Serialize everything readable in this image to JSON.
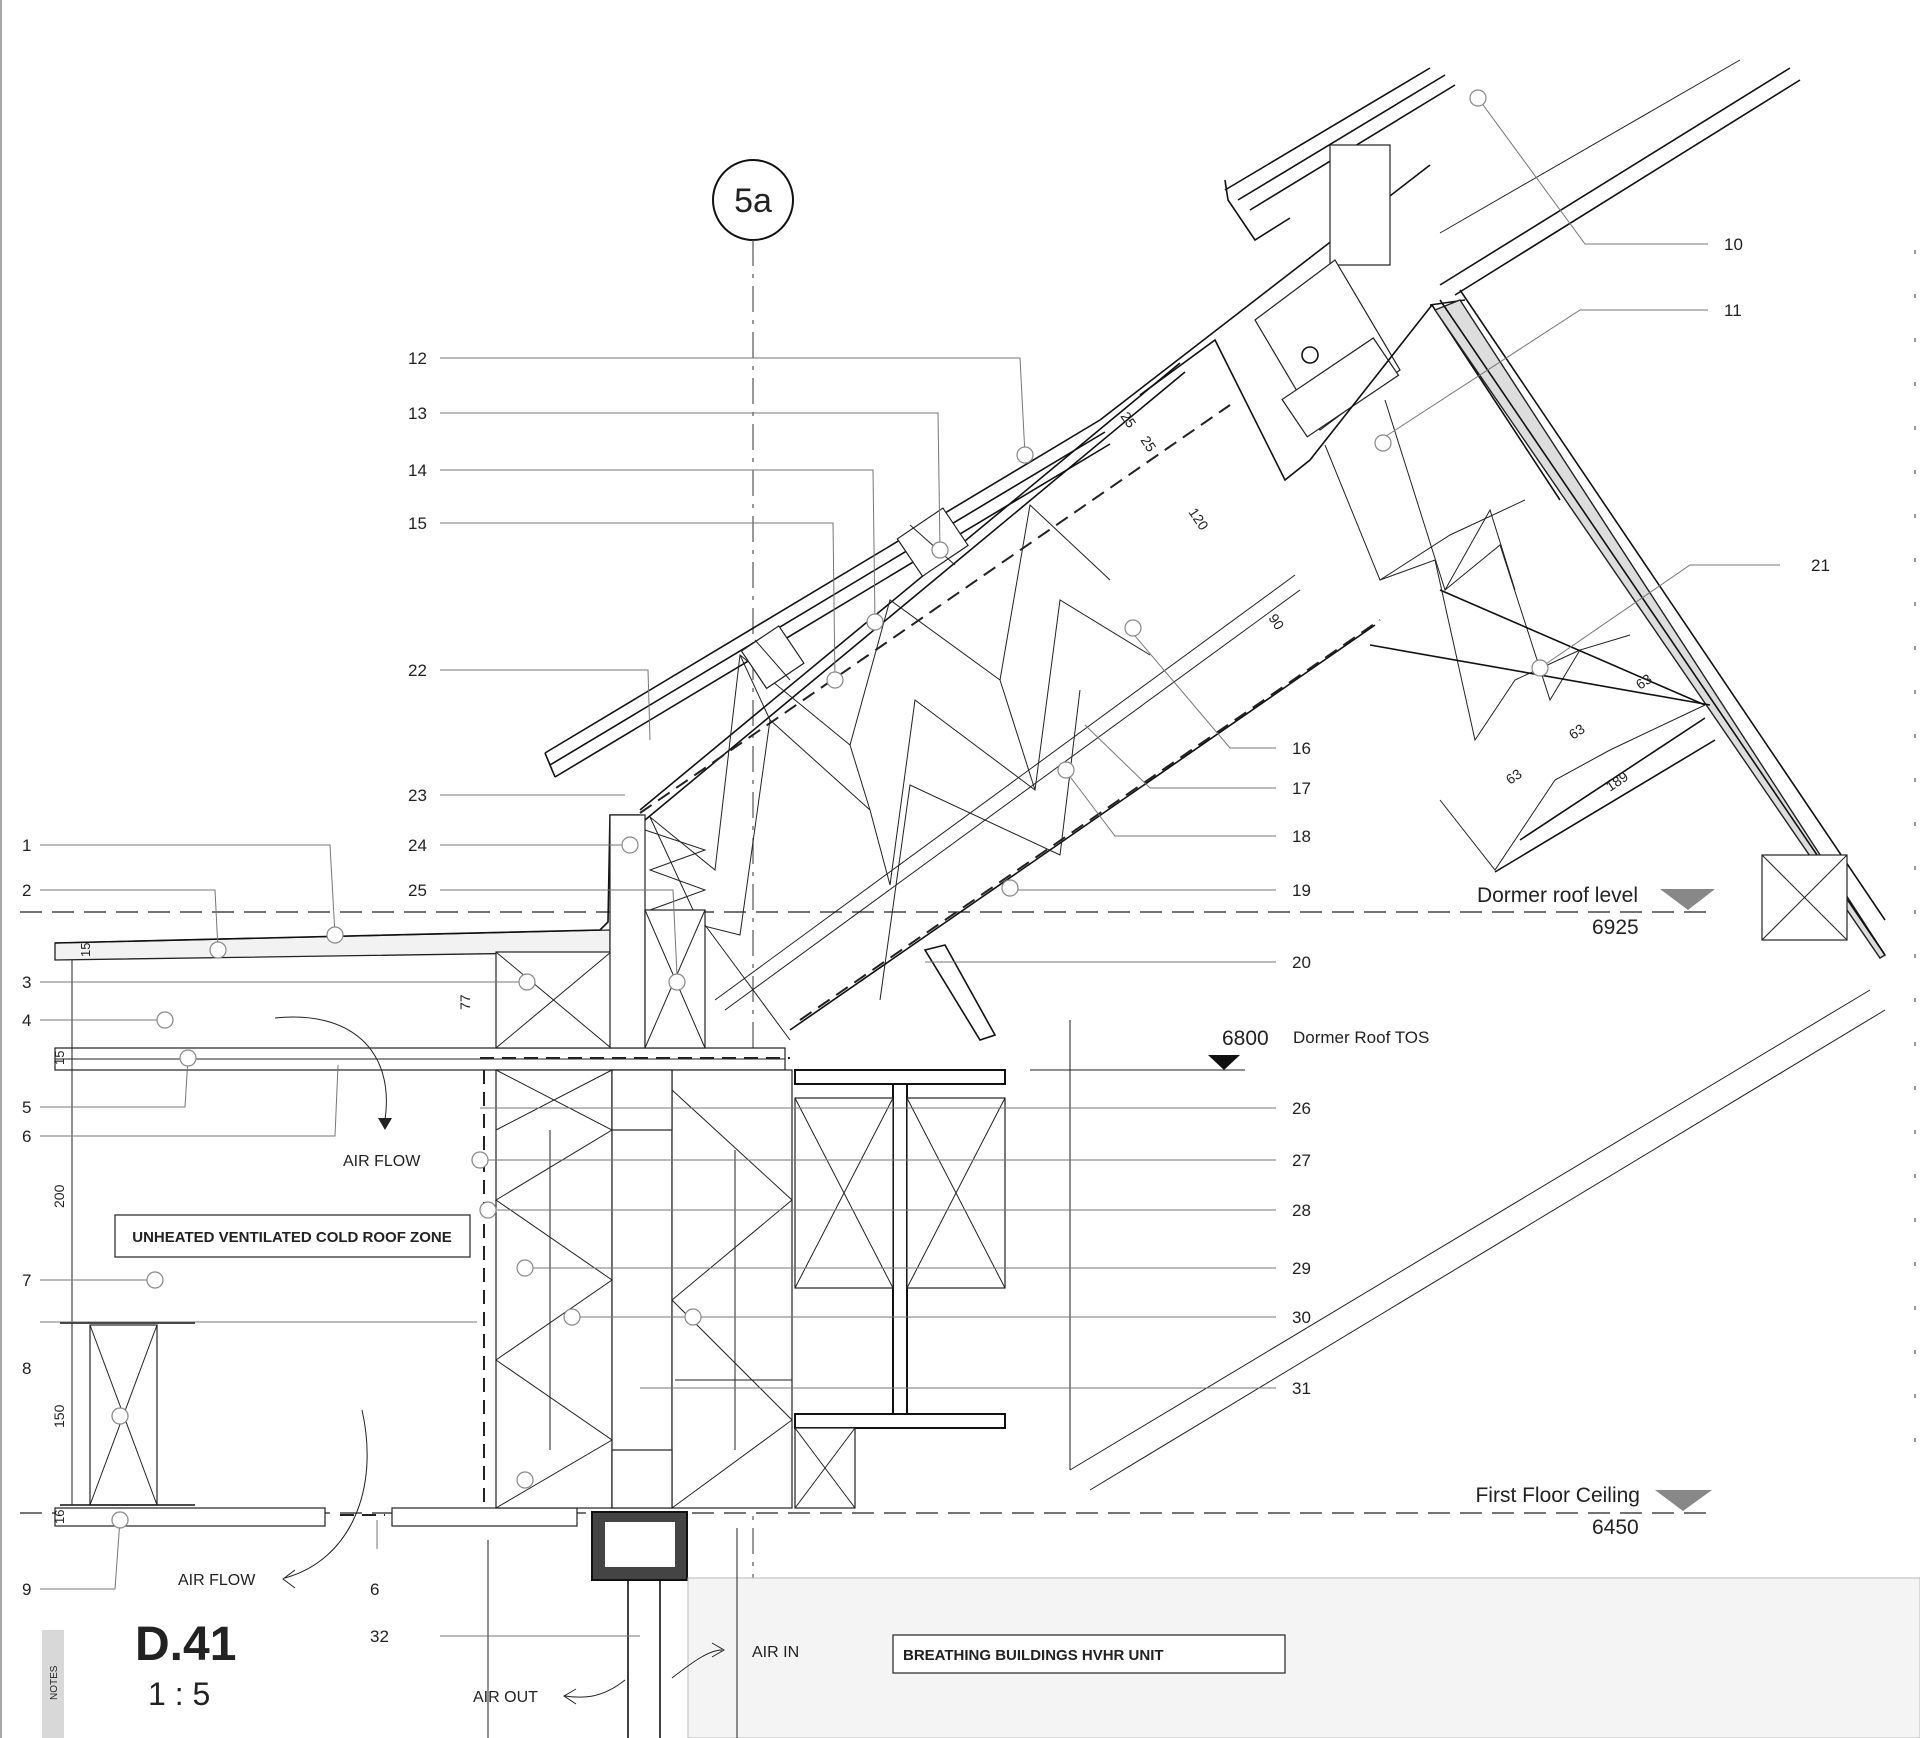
{
  "section_marker": "5a",
  "drawing": {
    "id": "D.41",
    "scale": "1 : 5",
    "notes_tab": "NOTES"
  },
  "levels": {
    "dormer_roof_level": {
      "label": "Dormer roof level",
      "value": "6925"
    },
    "dormer_roof_tos": {
      "value": "6800",
      "label": "Dormer Roof TOS"
    },
    "first_floor_ceiling": {
      "label": "First Floor Ceiling",
      "value": "6450"
    }
  },
  "annotations": {
    "zone_box": "UNHEATED VENTILATED COLD ROOF ZONE",
    "unit_box": "BREATHING BUILDINGS HVHR UNIT",
    "air_flow_upper": "AIR FLOW",
    "air_flow_lower": "AIR FLOW",
    "air_in": "AIR IN",
    "air_out": "AIR OUT"
  },
  "dimensions": {
    "d15_top": "15",
    "d77": "77",
    "d15_mid": "15",
    "d200": "200",
    "d150": "150",
    "d16": "16",
    "d25_a": "25",
    "d25_b": "25",
    "d120": "120",
    "d90": "90",
    "d63_a": "63",
    "d63_b": "63",
    "d63_c": "63",
    "d189": "189"
  },
  "callouts_left": {
    "c1": "1",
    "c2": "2",
    "c3": "3",
    "c4": "4",
    "c5": "5",
    "c6": "6",
    "c7": "7",
    "c8": "8",
    "c9": "9"
  },
  "callouts_mid": {
    "c12": "12",
    "c13": "13",
    "c14": "14",
    "c15": "15",
    "c22": "22",
    "c23": "23",
    "c24": "24",
    "c25": "25",
    "c6b": "6",
    "c32": "32"
  },
  "callouts_right": {
    "c10": "10",
    "c11": "11",
    "c21": "21",
    "c16": "16",
    "c17": "17",
    "c18": "18",
    "c19": "19",
    "c20": "20",
    "c26": "26",
    "c27": "27",
    "c28": "28",
    "c29": "29",
    "c30": "30",
    "c31": "31"
  }
}
